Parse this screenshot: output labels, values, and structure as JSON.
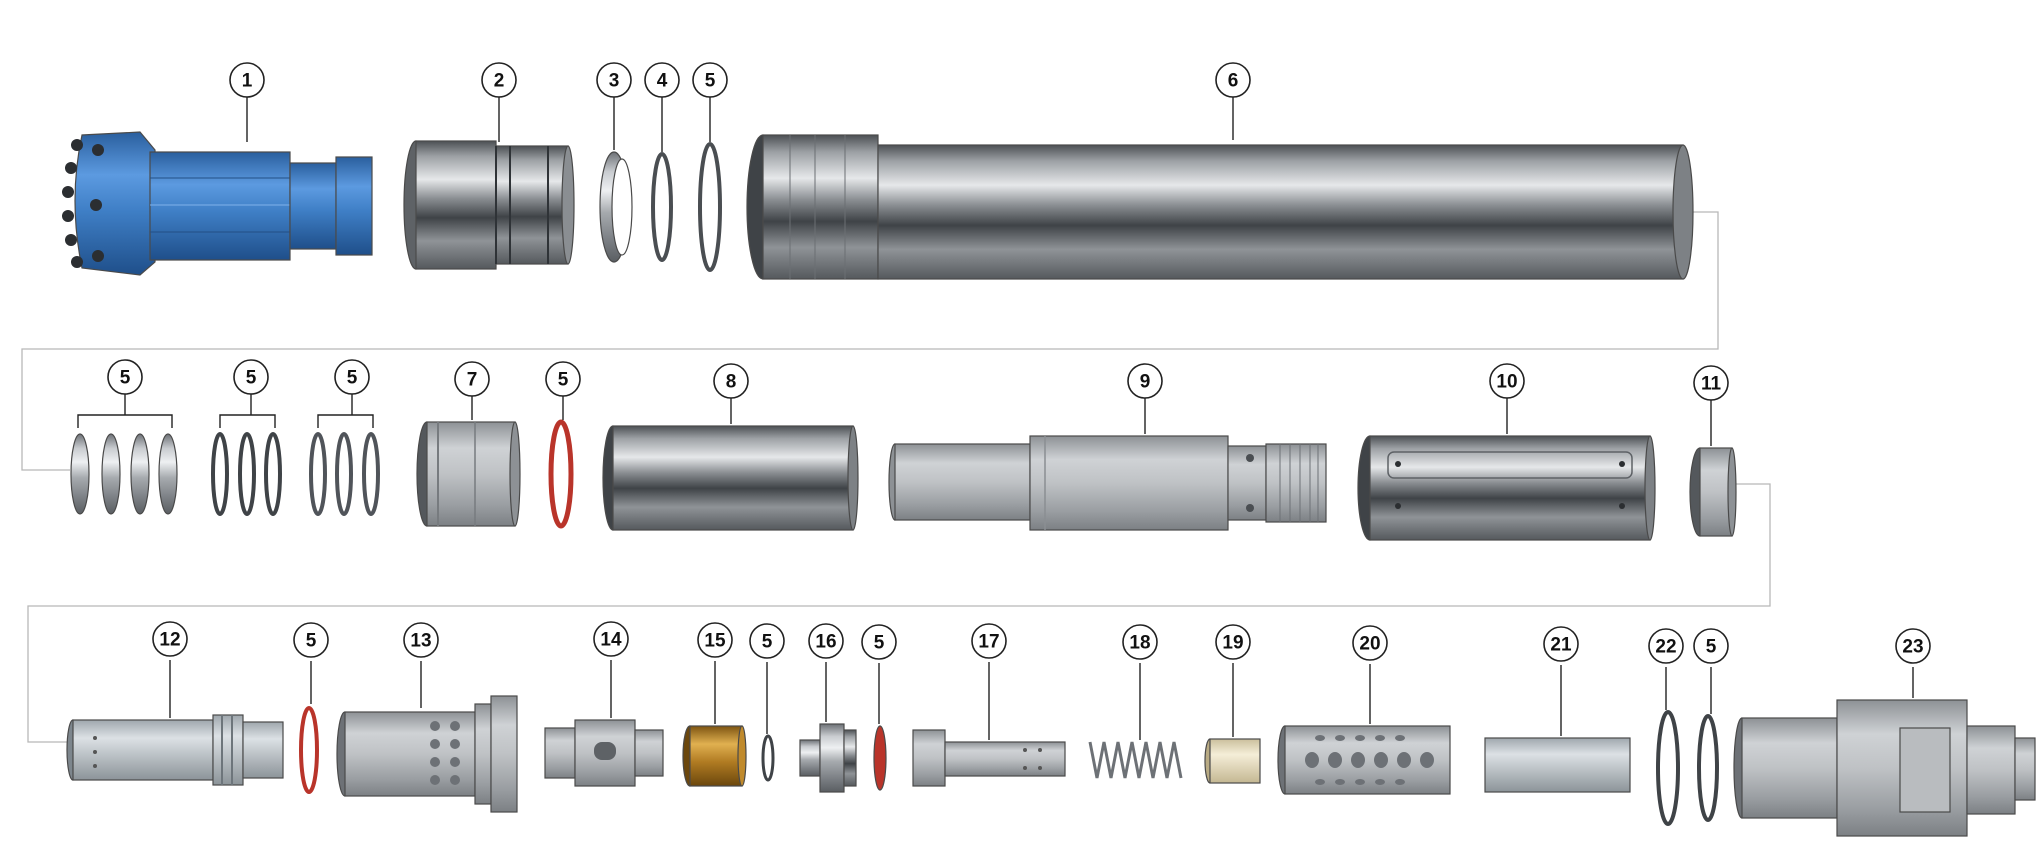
{
  "diagram": {
    "type": "exploded parts diagram",
    "subject": "DTH hammer assembly",
    "callouts": [
      "1",
      "2",
      "3",
      "4",
      "5",
      "6",
      "5",
      "5",
      "5",
      "7",
      "5",
      "8",
      "9",
      "10",
      "11",
      "12",
      "5",
      "13",
      "14",
      "15",
      "5",
      "16",
      "5",
      "17",
      "18",
      "19",
      "20",
      "21",
      "22",
      "5",
      "23"
    ],
    "colors": {
      "drill_bit": "#3f7fc6",
      "steel": "#9a9ea2",
      "dark_steel": "#5a5e62",
      "o_ring_red": "#b9342a",
      "brass": "#c08a2c",
      "nylon": "#ece2c4",
      "callout_stroke": "#222222",
      "flow_line": "#b8b8b8"
    }
  }
}
